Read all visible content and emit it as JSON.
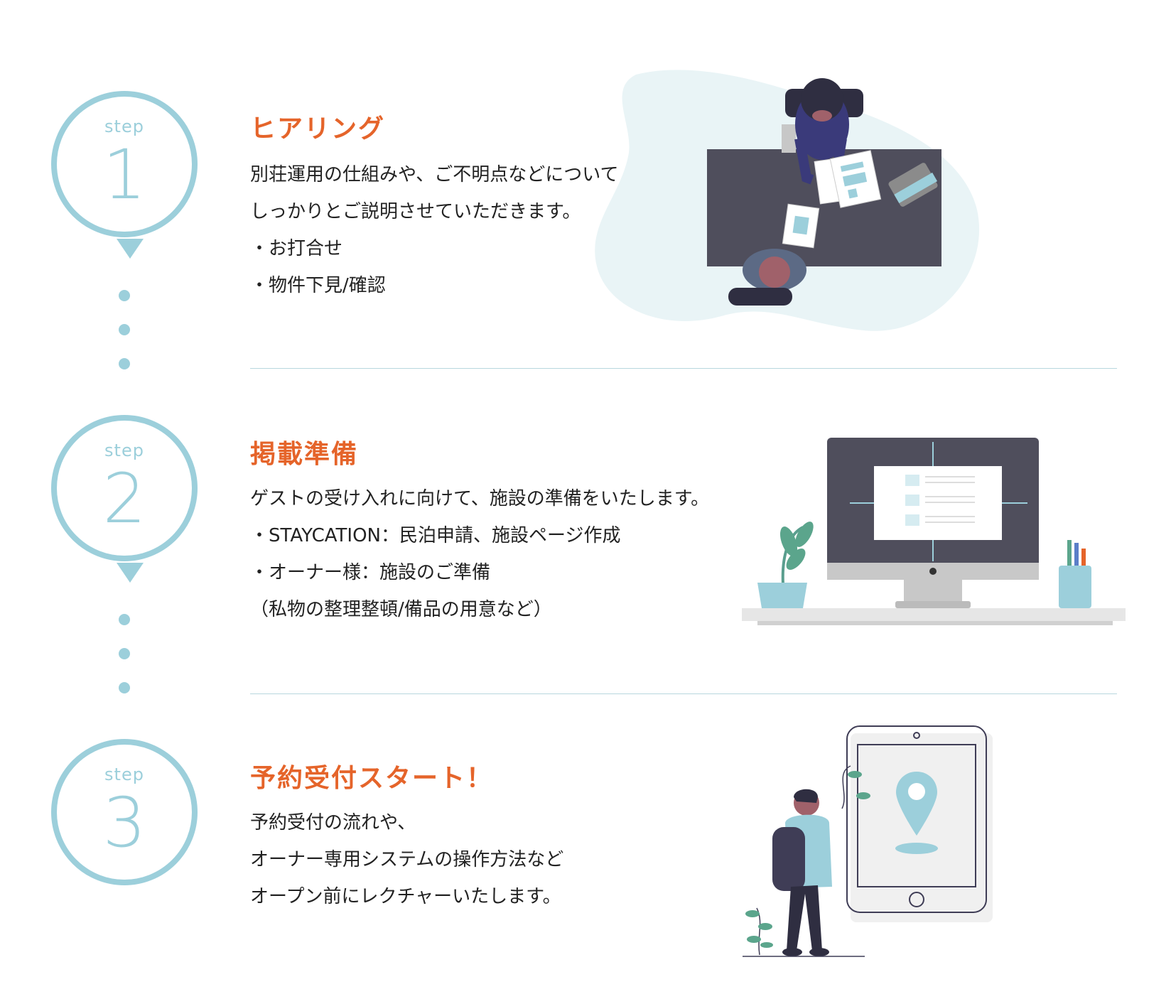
{
  "steps": [
    {
      "step_label": "step",
      "number": "1",
      "title": "ヒアリング",
      "lines": [
        "別荘運用の仕組みや、ご不明点などについて",
        "しっかりとご説明させていただきます。",
        "・お打合せ",
        "・物件下見/確認"
      ]
    },
    {
      "step_label": "step",
      "number": "2",
      "title": "掲載準備",
      "lines": [
        "ゲストの受け入れに向けて、施設の準備をいたします。",
        "・STAYCATION：民泊申請、施設ページ作成",
        "・オーナー様：施設のご準備",
        "（私物の整理整頓/備品の用意など）"
      ]
    },
    {
      "step_label": "step",
      "number": "3",
      "title": "予約受付スタート！",
      "lines": [
        "予約受付の流れや、",
        "オーナー専用システムの操作方法など",
        "オープン前にレクチャーいたします。"
      ]
    }
  ],
  "colors": {
    "accent": "#e5642a",
    "badge": "#9ccfdb",
    "divider": "#b8d7de",
    "text": "#222222"
  }
}
